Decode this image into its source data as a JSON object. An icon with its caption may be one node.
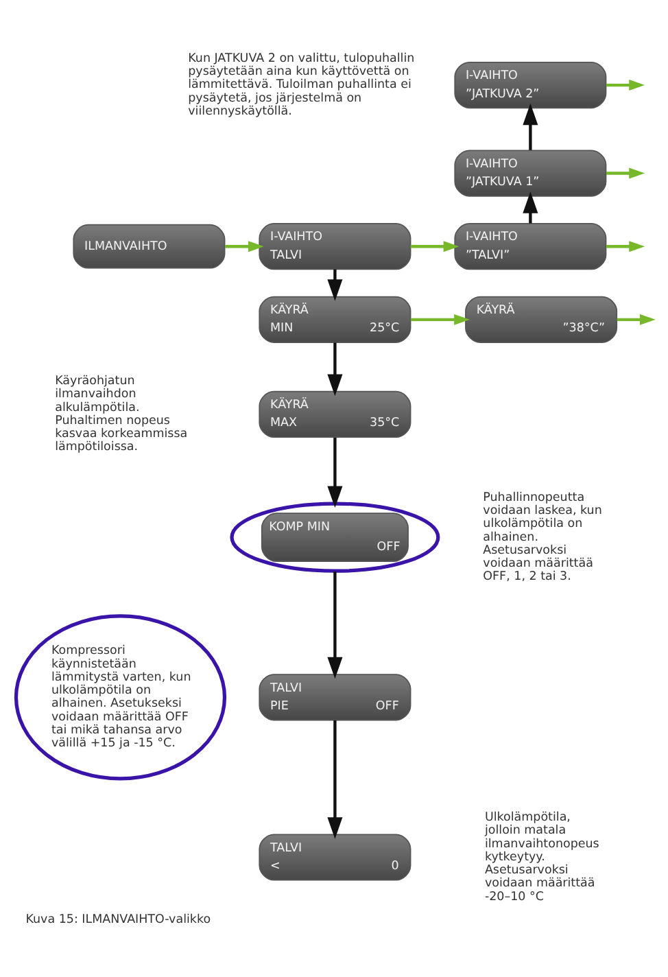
{
  "diagram": {
    "caption": "Kuva 15: ILMANVAIHTO-valikko",
    "nodes": [
      {
        "text": [
          "I-VAIHTO",
          "”JATKUVA 2”"
        ]
      },
      {
        "text": [
          "I-VAIHTO",
          "”JATKUVA 1”"
        ]
      },
      {
        "text": [
          "ILMANVAIHTO"
        ]
      },
      {
        "text": [
          "I-VAIHTO",
          "TALVI"
        ]
      },
      {
        "text": [
          "I-VAIHTO",
          "”TALVI”"
        ]
      },
      {
        "text": [
          "KÄYRÄ",
          "MIN",
          "25°C"
        ]
      },
      {
        "text": [
          "KÄYRÄ",
          "”38°C”"
        ]
      },
      {
        "text": [
          "KÄYRÄ",
          "MAX",
          "35°C"
        ]
      },
      {
        "text": [
          "KOMP MIN",
          "OFF"
        ]
      },
      {
        "text": [
          "Kompressori käynnistetään lämmitystä varten, kun ulkolämpötila on alhainen. Asetukseksi voidaan määrittää OFF tai mikä tahansa arvo välillä +15 ja -15 °C."
        ]
      },
      {
        "text": [
          "TALVI",
          "PIE",
          "OFF"
        ]
      },
      {
        "text": [
          "TALVI",
          "<",
          "0"
        ]
      }
    ],
    "edges": [
      {
        "from": 0,
        "to": null,
        "arrow": "to",
        "color": "#76b82a"
      },
      {
        "from": 1,
        "to": 0,
        "arrow": "to",
        "color": "#111111"
      },
      {
        "from": 1,
        "to": null,
        "arrow": "to",
        "color": "#76b82a"
      },
      {
        "from": 2,
        "to": 3,
        "arrow": "to",
        "color": "#76b82a"
      },
      {
        "from": 3,
        "to": 4,
        "arrow": "to",
        "color": "#76b82a"
      },
      {
        "from": 4,
        "to": 1,
        "arrow": "to",
        "color": "#111111"
      },
      {
        "from": 4,
        "to": null,
        "arrow": "to",
        "color": "#76b82a"
      },
      {
        "from": 3,
        "to": 5,
        "arrow": "to",
        "color": "#111111"
      },
      {
        "from": 5,
        "to": 6,
        "arrow": "to",
        "color": "#76b82a"
      },
      {
        "from": 6,
        "to": null,
        "arrow": "to",
        "color": "#76b82a"
      },
      {
        "from": 5,
        "to": 7,
        "arrow": "to",
        "color": "#111111"
      },
      {
        "from": 7,
        "to": 8,
        "arrow": "to",
        "color": "#111111"
      },
      {
        "from": 8,
        "to": 10,
        "arrow": "to",
        "color": "#111111"
      },
      {
        "from": 10,
        "to": 11,
        "arrow": "to",
        "color": "#111111"
      }
    ],
    "labels": [
      "Kun JATKUVA 2 on valittu, tulopuhallin pysäytetään aina kun käyttövettä on lämmitettävä. Tuloilman puhallinta ei pysäytetä, jos järjestelmä on viilennyskäytöllä.",
      "Käyräohjatun ilmanvaihdon alkulämpötila. Puhaltimen nopeus kasvaa korkeammissa lämpötiloissa.",
      "Puhallinnopeutta voidaan laskea, kun ulkolämpötila on alhainen. Asetusarvoksi voidaan määrittää OFF, 1, 2 tai 3.",
      "Ulkolämpötila, jolloin matala ilmanvaihtonopeus kytkeytyy. Asetusarvoksi voidaan määrittää -20–10 °C"
    ]
  }
}
